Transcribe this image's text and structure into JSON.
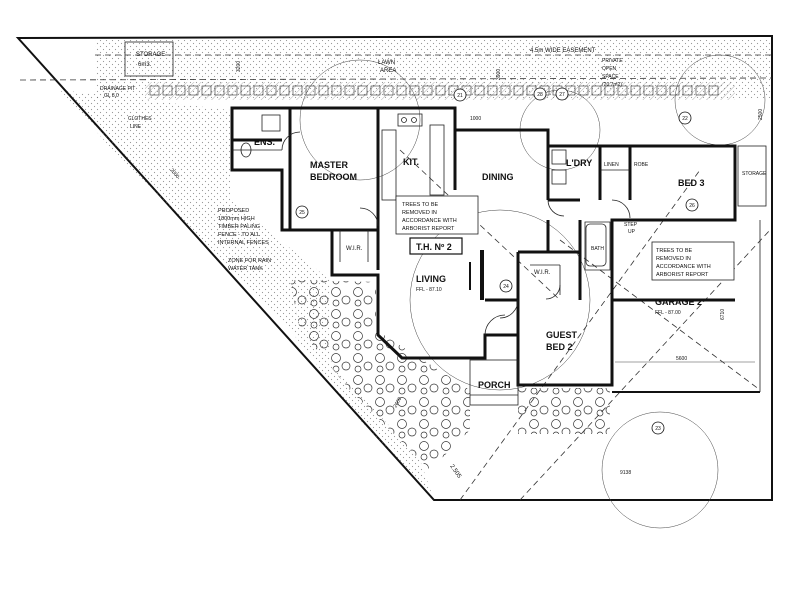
{
  "plan": {
    "labels": {
      "storage": "STORAGE",
      "storage_size": "6m3.",
      "lawn": "LAWN",
      "lawn2": "AREA",
      "easement": "4.5m WIDE EASEMENT",
      "private_open_space": [
        "PRIVATE",
        "OPEN",
        "SPACE",
        "(20.7m2)"
      ],
      "drainage": [
        "DRAINAGE PIT",
        "GL 8.0"
      ],
      "clothes": [
        "CLOTHES",
        "LINE"
      ],
      "ens": "ENS.",
      "master_bedroom": [
        "MASTER",
        "BEDROOM"
      ],
      "kit": "KIT.",
      "dining": "DINING",
      "ldry": "L'DRY",
      "linen": "LINEN",
      "robe": "ROBE",
      "bed3": "BED 3",
      "storage_side": "STORAGE",
      "step_up": [
        "STEP",
        "UP"
      ],
      "wir_master": "W.I.R.",
      "wir_guest": "W.I.R.",
      "bath": "BATH",
      "th_no": "T.H. Nº 2",
      "living": "LIVING",
      "living_fl": "FFL - 87.10",
      "guest_bed": [
        "GUEST",
        "BED 2"
      ],
      "porch": "PORCH",
      "garage": "GARAGE 2",
      "garage_fl": "FFL - 87.00",
      "fence_note": [
        "PROPOSED",
        "1800mm HIGH",
        "TIMBER PALING",
        "FENCE - TO ALL",
        "INTERNAL FENCES"
      ],
      "rain_tank": [
        "ZONE FOR RAIN",
        "WATER TANK"
      ],
      "trees_note_1": [
        "TREES TO BE",
        "REMOVED IN",
        "ACCORDANCE WITH",
        "ARBORIST REPORT"
      ],
      "trees_note_2": [
        "TREES TO BE",
        "REMOVED IN",
        "ACCORDANCE WITH",
        "ARBORIST REPORT"
      ],
      "dim_5600": "5600",
      "dim_2505": "2.505",
      "dim_2000": "2000",
      "dim_2600": "2600",
      "dim_3200": "3200",
      "dim_6710": "6710",
      "dim_9138": "9138",
      "dim_1000": "1000",
      "dim_3900": "3900",
      "dim_2500": "2500",
      "tree_ids": [
        "25",
        "23",
        "24",
        "26",
        "27",
        "28",
        "21",
        "22"
      ]
    }
  }
}
